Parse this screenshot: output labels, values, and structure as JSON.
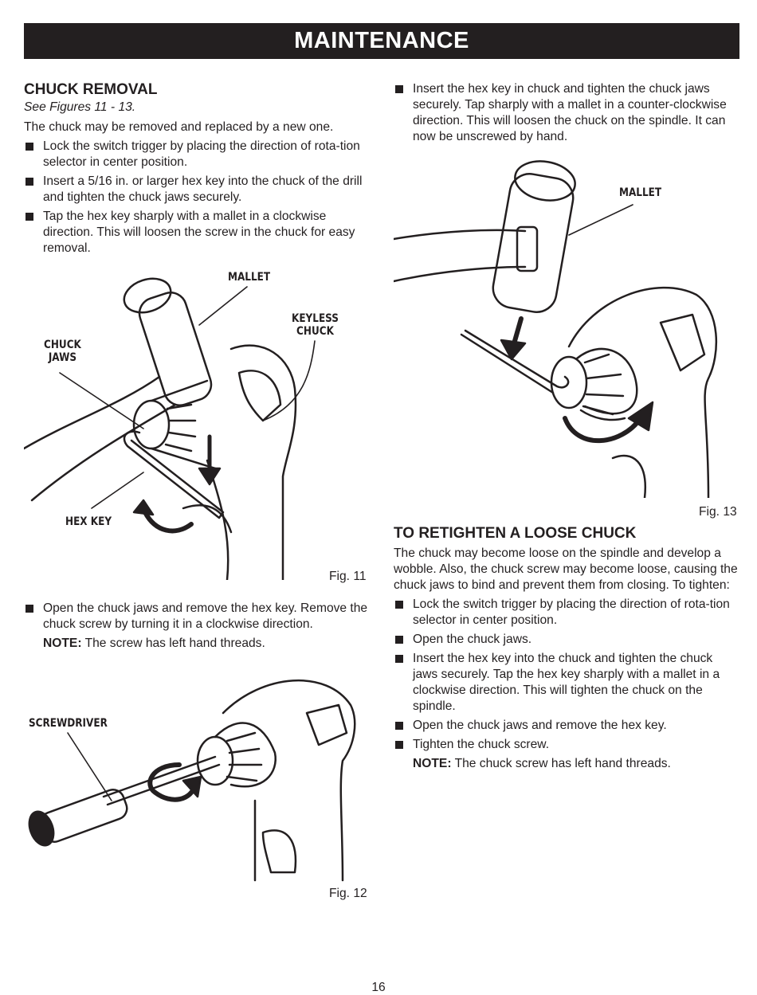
{
  "header": {
    "title": "MAINTENANCE"
  },
  "chuck_removal": {
    "heading": "CHUCK REMOVAL",
    "see_figures": "See Figures 11 - 13.",
    "intro": "The chuck may be removed and replaced by a new one.",
    "steps": [
      "Lock the switch trigger by placing the direction of rota-tion selector in center position.",
      "Insert a 5/16 in. or larger hex key into the chuck of the drill and tighten the chuck jaws securely.",
      "Tap the hex key sharply with a mallet in a clockwise direction. This will loosen the screw in the chuck for easy removal."
    ],
    "step_after_fig11": "Open the chuck jaws and remove the hex key. Remove the chuck screw by turning it in a clockwise direction.",
    "note_label": "NOTE:",
    "note_text": "The screw has left hand threads.",
    "step_right": "Insert the hex key in chuck and tighten the chuck jaws securely. Tap sharply with a mallet in a counter-clockwise direction. This will loosen the chuck on the spindle. It can now be unscrewed by hand."
  },
  "figures": {
    "fig11": {
      "label": "Fig. 11",
      "callouts": {
        "mallet": "MALLET",
        "keyless_chuck": "KEYLESS\nCHUCK",
        "chuck_jaws": "CHUCK\nJAWS",
        "hex_key": "HEX KEY"
      }
    },
    "fig12": {
      "label": "Fig. 12",
      "callouts": {
        "screwdriver": "SCREWDRIVER"
      }
    },
    "fig13": {
      "label": "Fig. 13",
      "callouts": {
        "mallet": "MALLET"
      }
    }
  },
  "retighten": {
    "heading": "TO RETIGHTEN A LOOSE CHUCK",
    "intro": "The chuck may become loose on the spindle and develop a wobble. Also, the chuck screw may become loose, causing the chuck jaws to bind and prevent them from closing. To tighten:",
    "steps": [
      "Lock the switch trigger by placing the direction of rota-tion selector in center position.",
      "Open the chuck jaws.",
      "Insert the hex key into the chuck and tighten the chuck jaws securely. Tap the hex key sharply with a mallet in a clockwise direction. This will tighten the chuck on the spindle.",
      "Open the chuck jaws and remove the hex key.",
      "Tighten the chuck screw."
    ],
    "note_label": "NOTE:",
    "note_text": "The chuck screw has left hand threads."
  },
  "page_number": "16"
}
